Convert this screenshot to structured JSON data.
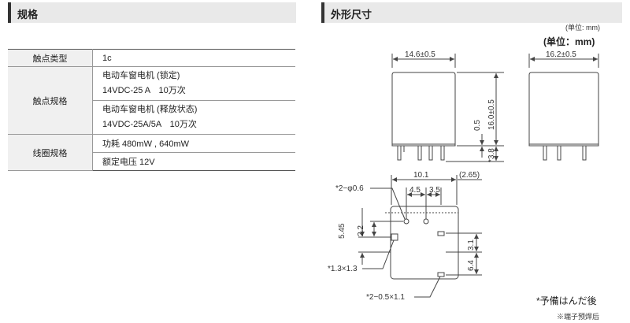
{
  "spec": {
    "title": "规格",
    "rows": [
      {
        "label": "触点类型",
        "values": [
          "1c"
        ]
      },
      {
        "label": "触点规格",
        "values": [
          [
            "电动车窗电机 (锁定)",
            "14VDC-25 A　10万次"
          ],
          [
            "电动车窗电机 (释放状态)",
            "14VDC-25A/5A　10万次"
          ]
        ]
      },
      {
        "label": "线圈规格",
        "values": [
          "功耗 480mW , 640mW",
          "额定电压  12V"
        ]
      }
    ]
  },
  "dimensions": {
    "title": "外形尺寸",
    "unit_small": "(单位: mm)",
    "unit_large": "(单位：mm)",
    "front_width": "14.6±0.5",
    "side_width": "16.2±0.5",
    "height_total": "16.0±0.5",
    "gap": "0.5",
    "pin_length": "*3.8",
    "pitch_overall": "10.1",
    "pitch_edge": "(2.65)",
    "pitch_a": "4.5",
    "pitch_b": "3.5",
    "v_left_outer": "5.45",
    "v_left_inner": "2.2",
    "v_right_top": "3.1",
    "v_right_bottom": "6.4",
    "note_hole": "*2−φ0.6",
    "note_square": "*1.3×1.3",
    "note_slot": "*2−0.5×1.1",
    "footnote_jp": "*予備はんだ後",
    "footnote_cn": "※端子预焊后"
  }
}
